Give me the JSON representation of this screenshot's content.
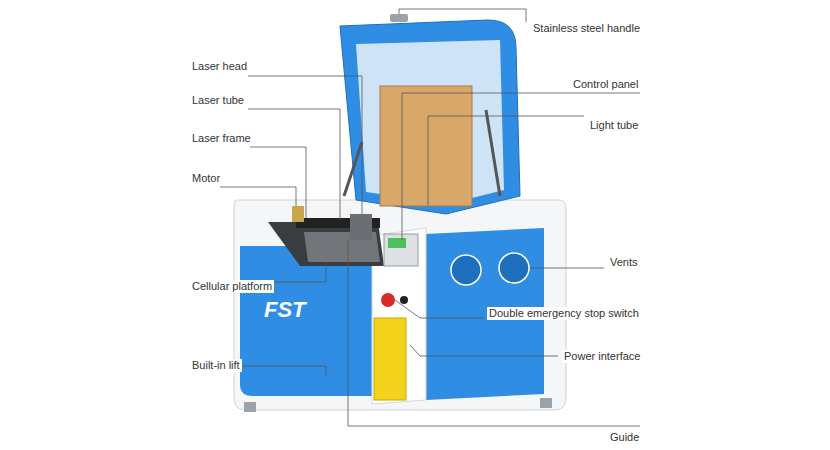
{
  "diagram": {
    "labels": [
      "Stainless steel handle",
      "Laser head",
      "Control panel",
      "Laser tube",
      "Light tube",
      "Laser frame",
      "Motor",
      "Vents",
      "Cellular platform",
      "Double emergency stop switch",
      "Built-in lift",
      "Power interface",
      "Guide",
      "FST"
    ]
  }
}
